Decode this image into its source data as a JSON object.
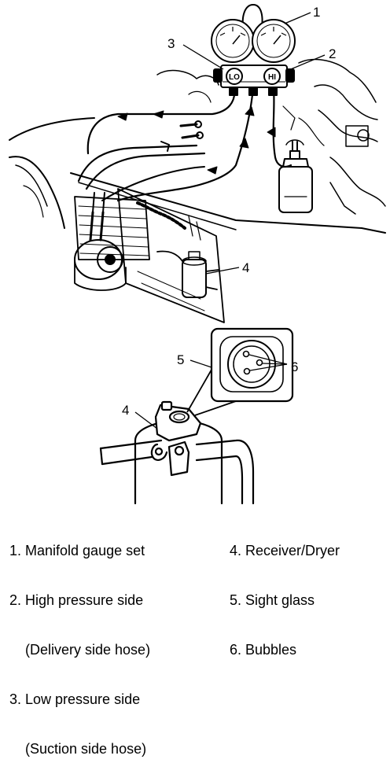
{
  "callouts": {
    "c1": "1",
    "c2": "2",
    "c3": "3",
    "c4_top": "4",
    "c5": "5",
    "c6": "6",
    "c4_bottom": "4"
  },
  "gauge_labels": {
    "lo": "LO",
    "hi": "HI"
  },
  "legend": {
    "left": [
      "1. Manifold gauge set",
      "2. High pressure side",
      "    (Delivery side hose)",
      "3. Low pressure side",
      "    (Suction side hose)"
    ],
    "right": [
      "4. Receiver/Dryer",
      "5. Sight glass",
      "6. Bubbles"
    ]
  }
}
